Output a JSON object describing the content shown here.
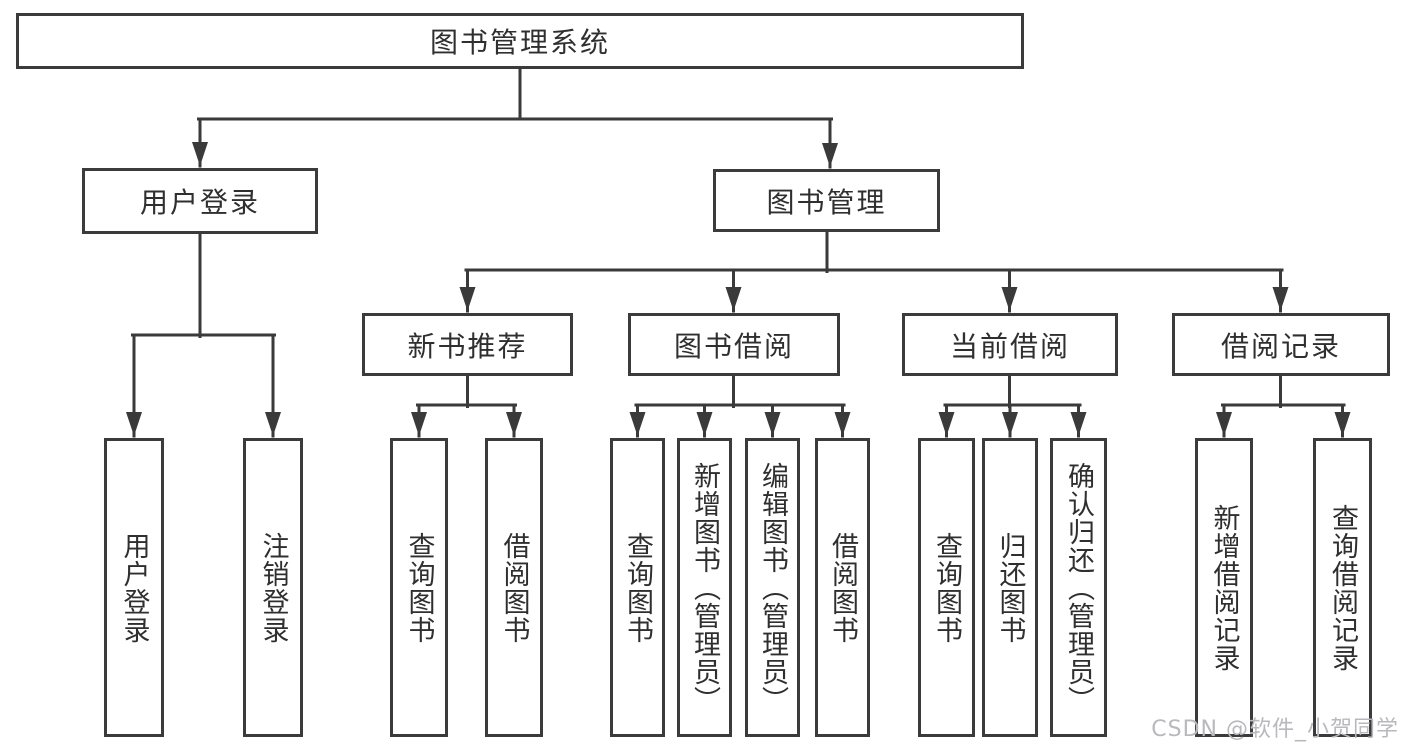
{
  "nodes": {
    "root": "图书管理系统",
    "user_login": "用户登录",
    "book_management": "图书管理",
    "new_book_recommendation": "新书推荐",
    "book_borrowing": "图书借阅",
    "current_borrowing": "当前借阅",
    "borrowing_records": "借阅记录"
  },
  "leaves": {
    "user_login": "用户登录",
    "logout": "注销登录",
    "nb_query_books": "查询图书",
    "nb_borrow_books": "借阅图书",
    "bb_query_books": "查询图书",
    "bb_add_books_admin": "新增图书（管理员）",
    "bb_edit_books_admin": "编辑图书（管理员）",
    "bb_borrow_books": "借阅图书",
    "cb_query_books": "查询图书",
    "cb_return_books": "归还图书",
    "cb_confirm_return_admin": "确认归还（管理员）",
    "br_add_record": "新增借阅记录",
    "br_query_record": "查询借阅记录"
  },
  "watermark": {
    "text": "CSDN @软件_小贺同学"
  },
  "colors": {
    "line": "#3a3a3a",
    "text": "#2f2f2f",
    "watermark": "#b9b9bd",
    "background": "#ffffff"
  }
}
